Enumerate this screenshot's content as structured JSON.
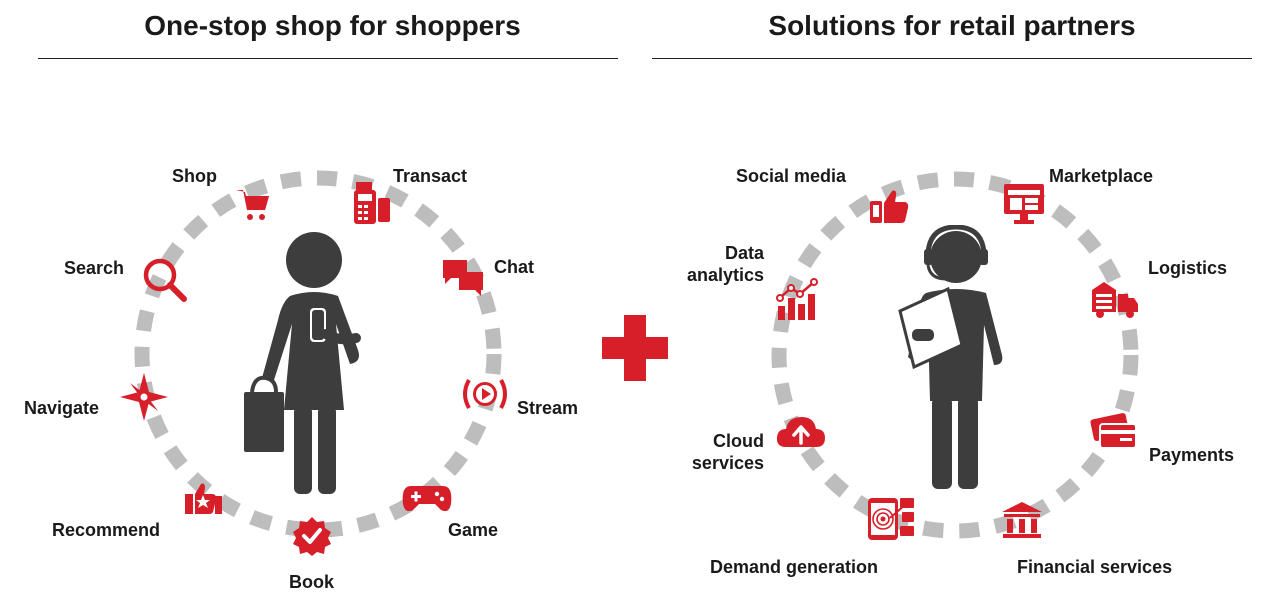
{
  "left": {
    "title": "One-stop shop for shoppers",
    "items": [
      {
        "label": "Shop",
        "icon": "shopping-cart-icon"
      },
      {
        "label": "Transact",
        "icon": "payment-terminal-icon"
      },
      {
        "label": "Chat",
        "icon": "chat-bubbles-icon"
      },
      {
        "label": "Stream",
        "icon": "play-stream-icon"
      },
      {
        "label": "Game",
        "icon": "gamepad-icon"
      },
      {
        "label": "Book",
        "icon": "verified-badge-icon"
      },
      {
        "label": "Recommend",
        "icon": "thumbs-up-star-icon"
      },
      {
        "label": "Navigate",
        "icon": "compass-star-icon"
      },
      {
        "label": "Search",
        "icon": "magnifier-icon"
      }
    ],
    "figure": "shopper-person-icon"
  },
  "right": {
    "title": "Solutions for retail partners",
    "items": [
      {
        "label": "Social media",
        "icon": "thumbs-up-phone-icon"
      },
      {
        "label": "Marketplace",
        "icon": "storefront-monitor-icon"
      },
      {
        "label": "Logistics",
        "icon": "delivery-truck-icon"
      },
      {
        "label": "Payments",
        "icon": "credit-cards-icon"
      },
      {
        "label": "Financial services",
        "icon": "bank-building-icon"
      },
      {
        "label": "Demand generation",
        "icon": "target-phone-icon"
      },
      {
        "label": "Cloud services",
        "icon": "cloud-upload-icon"
      },
      {
        "label": "Data analytics",
        "icon": "bar-line-chart-icon"
      }
    ],
    "figure": "agent-headset-person-icon"
  },
  "connector": "plus-icon",
  "colors": {
    "accent": "#d71f2a",
    "ring": "#bdbdbd",
    "figure": "#3d3d3d",
    "text": "#1a1a1a"
  }
}
